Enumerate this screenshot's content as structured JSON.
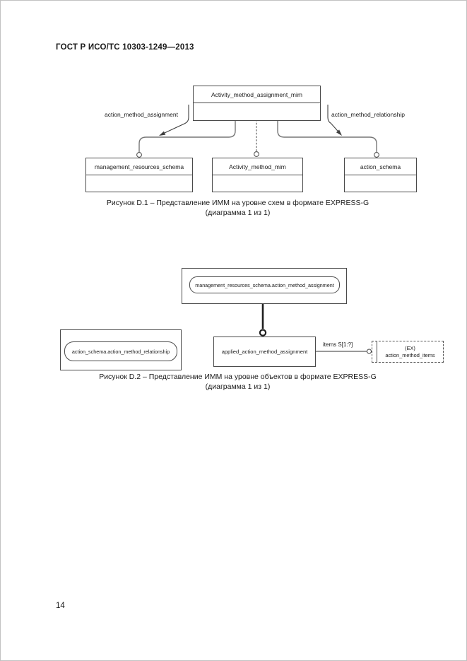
{
  "page": {
    "header": "ГОСТ Р ИСО/ТС 10303-1249—2013",
    "page_number": "14"
  },
  "figure_d1": {
    "top_entity": "Activity_method_assignment_mim",
    "left_relation_label": "action_method_assignment",
    "right_relation_label": "action_method_relationship",
    "schema_boxes": [
      "management_resources_schema",
      "Activity_method_mim",
      "action_schema"
    ],
    "caption_line1": "Рисунок  D.1 – Представление ИММ на уровне схем в формате EXPRESS-G",
    "caption_line2": "(диаграмма 1 из 1)"
  },
  "figure_d2": {
    "top_reference": "management_resources_schema.action_method_assignment",
    "left_reference": "action_schema.action_method_relationship",
    "entity_box": "applied_action_method_assignment",
    "items_label": "items S[1:?]",
    "external_box_line1": "(EX)",
    "external_box_line2": "action_method_items",
    "caption_line1": "Рисунок D.2 – Представление ИММ на уровне объектов в формате EXPRESS-G",
    "caption_line2": "(диаграмма 1 из 1)"
  }
}
